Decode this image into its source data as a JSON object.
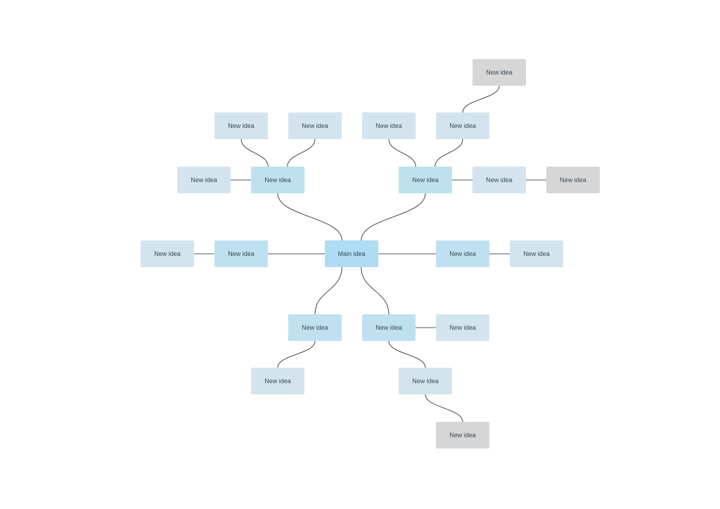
{
  "colors": {
    "main": "#aedcf3",
    "level1": "#bfe0f0",
    "level2": "#d3e4ee",
    "level3": "#d6d6d6"
  },
  "nodes": [
    {
      "id": "main",
      "label": "Main idea",
      "level": "main"
    },
    {
      "id": "n1",
      "label": "New idea",
      "level": "l1"
    },
    {
      "id": "n2",
      "label": "New idea",
      "level": "l1"
    },
    {
      "id": "n3",
      "label": "New idea",
      "level": "l1"
    },
    {
      "id": "n4",
      "label": "New idea",
      "level": "l1"
    },
    {
      "id": "n5",
      "label": "New idea",
      "level": "l1"
    },
    {
      "id": "n6",
      "label": "New idea",
      "level": "l1"
    },
    {
      "id": "n7",
      "label": "New idea",
      "level": "l2"
    },
    {
      "id": "n8",
      "label": "New idea",
      "level": "l2"
    },
    {
      "id": "n9",
      "label": "New idea",
      "level": "l2"
    },
    {
      "id": "n10",
      "label": "New idea",
      "level": "l2"
    },
    {
      "id": "n11",
      "label": "New idea",
      "level": "l2"
    },
    {
      "id": "n12",
      "label": "New idea",
      "level": "l2"
    },
    {
      "id": "n13",
      "label": "New idea",
      "level": "l2"
    },
    {
      "id": "n14",
      "label": "New idea",
      "level": "l2"
    },
    {
      "id": "n15",
      "label": "New idea",
      "level": "l2"
    },
    {
      "id": "n16",
      "label": "New idea",
      "level": "l2"
    },
    {
      "id": "n17",
      "label": "New idea",
      "level": "l2"
    },
    {
      "id": "n18",
      "label": "New idea",
      "level": "l3"
    },
    {
      "id": "n19",
      "label": "New idea",
      "level": "l3"
    },
    {
      "id": "n20",
      "label": "New idea",
      "level": "l3"
    }
  ],
  "edges": [
    [
      "main",
      "n1"
    ],
    [
      "main",
      "n2"
    ],
    [
      "main",
      "n3"
    ],
    [
      "main",
      "n4"
    ],
    [
      "main",
      "n5"
    ],
    [
      "main",
      "n6"
    ],
    [
      "n1",
      "n7"
    ],
    [
      "n1",
      "n8"
    ],
    [
      "n1",
      "n9"
    ],
    [
      "n2",
      "n10"
    ],
    [
      "n2",
      "n11"
    ],
    [
      "n2",
      "n12"
    ],
    [
      "n3",
      "n13"
    ],
    [
      "n4",
      "n14"
    ],
    [
      "n5",
      "n15"
    ],
    [
      "n6",
      "n16"
    ],
    [
      "n6",
      "n17"
    ],
    [
      "n11",
      "n18"
    ],
    [
      "n12",
      "n19"
    ],
    [
      "n17",
      "n20"
    ]
  ]
}
